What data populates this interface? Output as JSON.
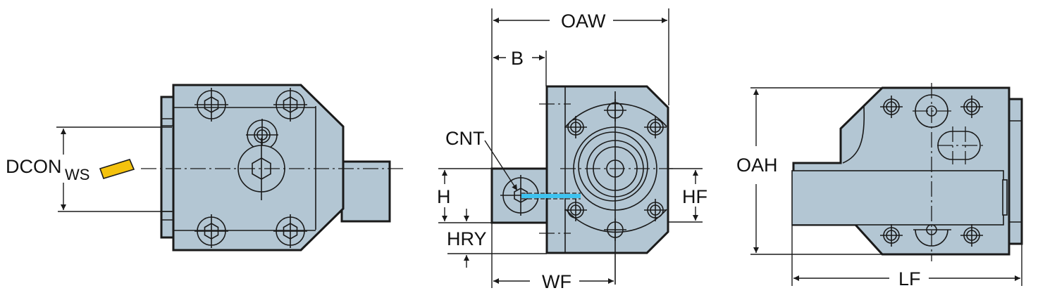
{
  "diagram": {
    "subject": "Tool holder dimension drawing",
    "colors": {
      "body": "#b3c6d3",
      "outline": "#1a1a1a",
      "insert": "#f4c20d",
      "coolant": "#3ec3f0"
    },
    "views": {
      "left": {
        "labels": {
          "dcon": "DCON",
          "dcon_sub": "WS"
        }
      },
      "front": {
        "labels": {
          "oaw": "OAW",
          "b": "B",
          "cnt": "CNT",
          "h": "H",
          "hry": "HRY",
          "hf": "HF",
          "wf": "WF"
        }
      },
      "side": {
        "labels": {
          "oah": "OAH",
          "lf": "LF"
        }
      }
    }
  }
}
